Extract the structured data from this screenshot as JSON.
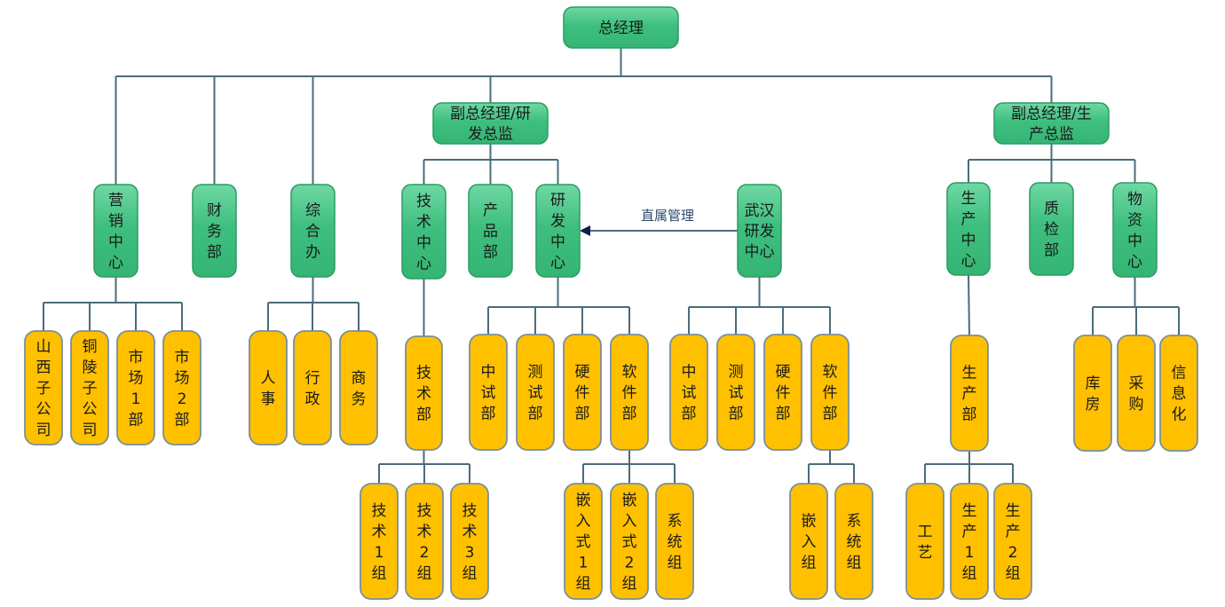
{
  "diagram": {
    "root": "总经理",
    "direct_mgmt_label": "直属管理",
    "nodes": [
      {
        "id": "ceo",
        "label": "总经理",
        "style": "green"
      },
      {
        "id": "vp-rd",
        "label": "副总经理/研发总监",
        "style": "green"
      },
      {
        "id": "vp-prod",
        "label": "副总经理/生产总监",
        "style": "green"
      },
      {
        "id": "marketing",
        "label": "营销中心",
        "style": "green"
      },
      {
        "id": "finance",
        "label": "财务部",
        "style": "green"
      },
      {
        "id": "general-office",
        "label": "综合办",
        "style": "green"
      },
      {
        "id": "tech-center",
        "label": "技术中心",
        "style": "green"
      },
      {
        "id": "product-dept",
        "label": "产品部",
        "style": "green"
      },
      {
        "id": "rd-center",
        "label": "研发中心",
        "style": "green"
      },
      {
        "id": "wuhan-rd",
        "label": "武汉研发中心",
        "style": "green"
      },
      {
        "id": "production-center",
        "label": "生产中心",
        "style": "green"
      },
      {
        "id": "qc-dept",
        "label": "质检部",
        "style": "green"
      },
      {
        "id": "materials-center",
        "label": "物资中心",
        "style": "green"
      },
      {
        "id": "shanxi-sub",
        "label": "山西子公司",
        "style": "yellow"
      },
      {
        "id": "tongling-sub",
        "label": "铜陵子公司",
        "style": "yellow"
      },
      {
        "id": "market-1",
        "label": "市场1部",
        "style": "yellow"
      },
      {
        "id": "market-2",
        "label": "市场2部",
        "style": "yellow"
      },
      {
        "id": "hr",
        "label": "人事",
        "style": "yellow"
      },
      {
        "id": "admin",
        "label": "行政",
        "style": "yellow"
      },
      {
        "id": "business",
        "label": "商务",
        "style": "yellow"
      },
      {
        "id": "tech-dept",
        "label": "技术部",
        "style": "yellow"
      },
      {
        "id": "tech-1",
        "label": "技术1组",
        "style": "yellow"
      },
      {
        "id": "tech-2",
        "label": "技术2组",
        "style": "yellow"
      },
      {
        "id": "tech-3",
        "label": "技术3组",
        "style": "yellow"
      },
      {
        "id": "rd-pilot",
        "label": "中试部",
        "style": "yellow"
      },
      {
        "id": "rd-test",
        "label": "测试部",
        "style": "yellow"
      },
      {
        "id": "rd-hw",
        "label": "硬件部",
        "style": "yellow"
      },
      {
        "id": "rd-sw",
        "label": "软件部",
        "style": "yellow"
      },
      {
        "id": "embedded-1",
        "label": "嵌入式1组",
        "style": "yellow"
      },
      {
        "id": "embedded-2",
        "label": "嵌入式2组",
        "style": "yellow"
      },
      {
        "id": "system-group",
        "label": "系统组",
        "style": "yellow"
      },
      {
        "id": "wh-pilot",
        "label": "中试部",
        "style": "yellow"
      },
      {
        "id": "wh-test",
        "label": "测试部",
        "style": "yellow"
      },
      {
        "id": "wh-hw",
        "label": "硬件部",
        "style": "yellow"
      },
      {
        "id": "wh-sw",
        "label": "软件部",
        "style": "yellow"
      },
      {
        "id": "wh-embedded",
        "label": "嵌入组",
        "style": "yellow"
      },
      {
        "id": "wh-system",
        "label": "系统组",
        "style": "yellow"
      },
      {
        "id": "production-dept",
        "label": "生产部",
        "style": "yellow"
      },
      {
        "id": "craft",
        "label": "工艺",
        "style": "yellow"
      },
      {
        "id": "production-1",
        "label": "生产1组",
        "style": "yellow"
      },
      {
        "id": "production-2",
        "label": "生产2组",
        "style": "yellow"
      },
      {
        "id": "warehouse",
        "label": "库房",
        "style": "yellow"
      },
      {
        "id": "purchasing",
        "label": "采购",
        "style": "yellow"
      },
      {
        "id": "it",
        "label": "信息化",
        "style": "yellow"
      }
    ],
    "edges": [
      [
        "ceo",
        "marketing"
      ],
      [
        "ceo",
        "finance"
      ],
      [
        "ceo",
        "general-office"
      ],
      [
        "ceo",
        "vp-rd"
      ],
      [
        "ceo",
        "vp-prod"
      ],
      [
        "vp-rd",
        "tech-center"
      ],
      [
        "vp-rd",
        "product-dept"
      ],
      [
        "vp-rd",
        "rd-center"
      ],
      [
        "vp-prod",
        "production-center"
      ],
      [
        "vp-prod",
        "qc-dept"
      ],
      [
        "vp-prod",
        "materials-center"
      ],
      [
        "marketing",
        "shanxi-sub"
      ],
      [
        "marketing",
        "tongling-sub"
      ],
      [
        "marketing",
        "market-1"
      ],
      [
        "marketing",
        "market-2"
      ],
      [
        "general-office",
        "hr"
      ],
      [
        "general-office",
        "admin"
      ],
      [
        "general-office",
        "business"
      ],
      [
        "tech-center",
        "tech-dept"
      ],
      [
        "tech-dept",
        "tech-1"
      ],
      [
        "tech-dept",
        "tech-2"
      ],
      [
        "tech-dept",
        "tech-3"
      ],
      [
        "rd-center",
        "rd-pilot"
      ],
      [
        "rd-center",
        "rd-test"
      ],
      [
        "rd-center",
        "rd-hw"
      ],
      [
        "rd-center",
        "rd-sw"
      ],
      [
        "rd-sw",
        "embedded-1"
      ],
      [
        "rd-sw",
        "embedded-2"
      ],
      [
        "rd-sw",
        "system-group"
      ],
      [
        "wuhan-rd",
        "wh-pilot"
      ],
      [
        "wuhan-rd",
        "wh-test"
      ],
      [
        "wuhan-rd",
        "wh-hw"
      ],
      [
        "wuhan-rd",
        "wh-sw"
      ],
      [
        "wh-sw",
        "wh-embedded"
      ],
      [
        "wh-sw",
        "wh-system"
      ],
      [
        "production-center",
        "production-dept"
      ],
      [
        "production-dept",
        "craft"
      ],
      [
        "production-dept",
        "production-1"
      ],
      [
        "production-dept",
        "production-2"
      ],
      [
        "materials-center",
        "warehouse"
      ],
      [
        "materials-center",
        "purchasing"
      ],
      [
        "materials-center",
        "it"
      ]
    ],
    "direct_management": {
      "from": "wuhan-rd",
      "to": "rd-center"
    }
  }
}
